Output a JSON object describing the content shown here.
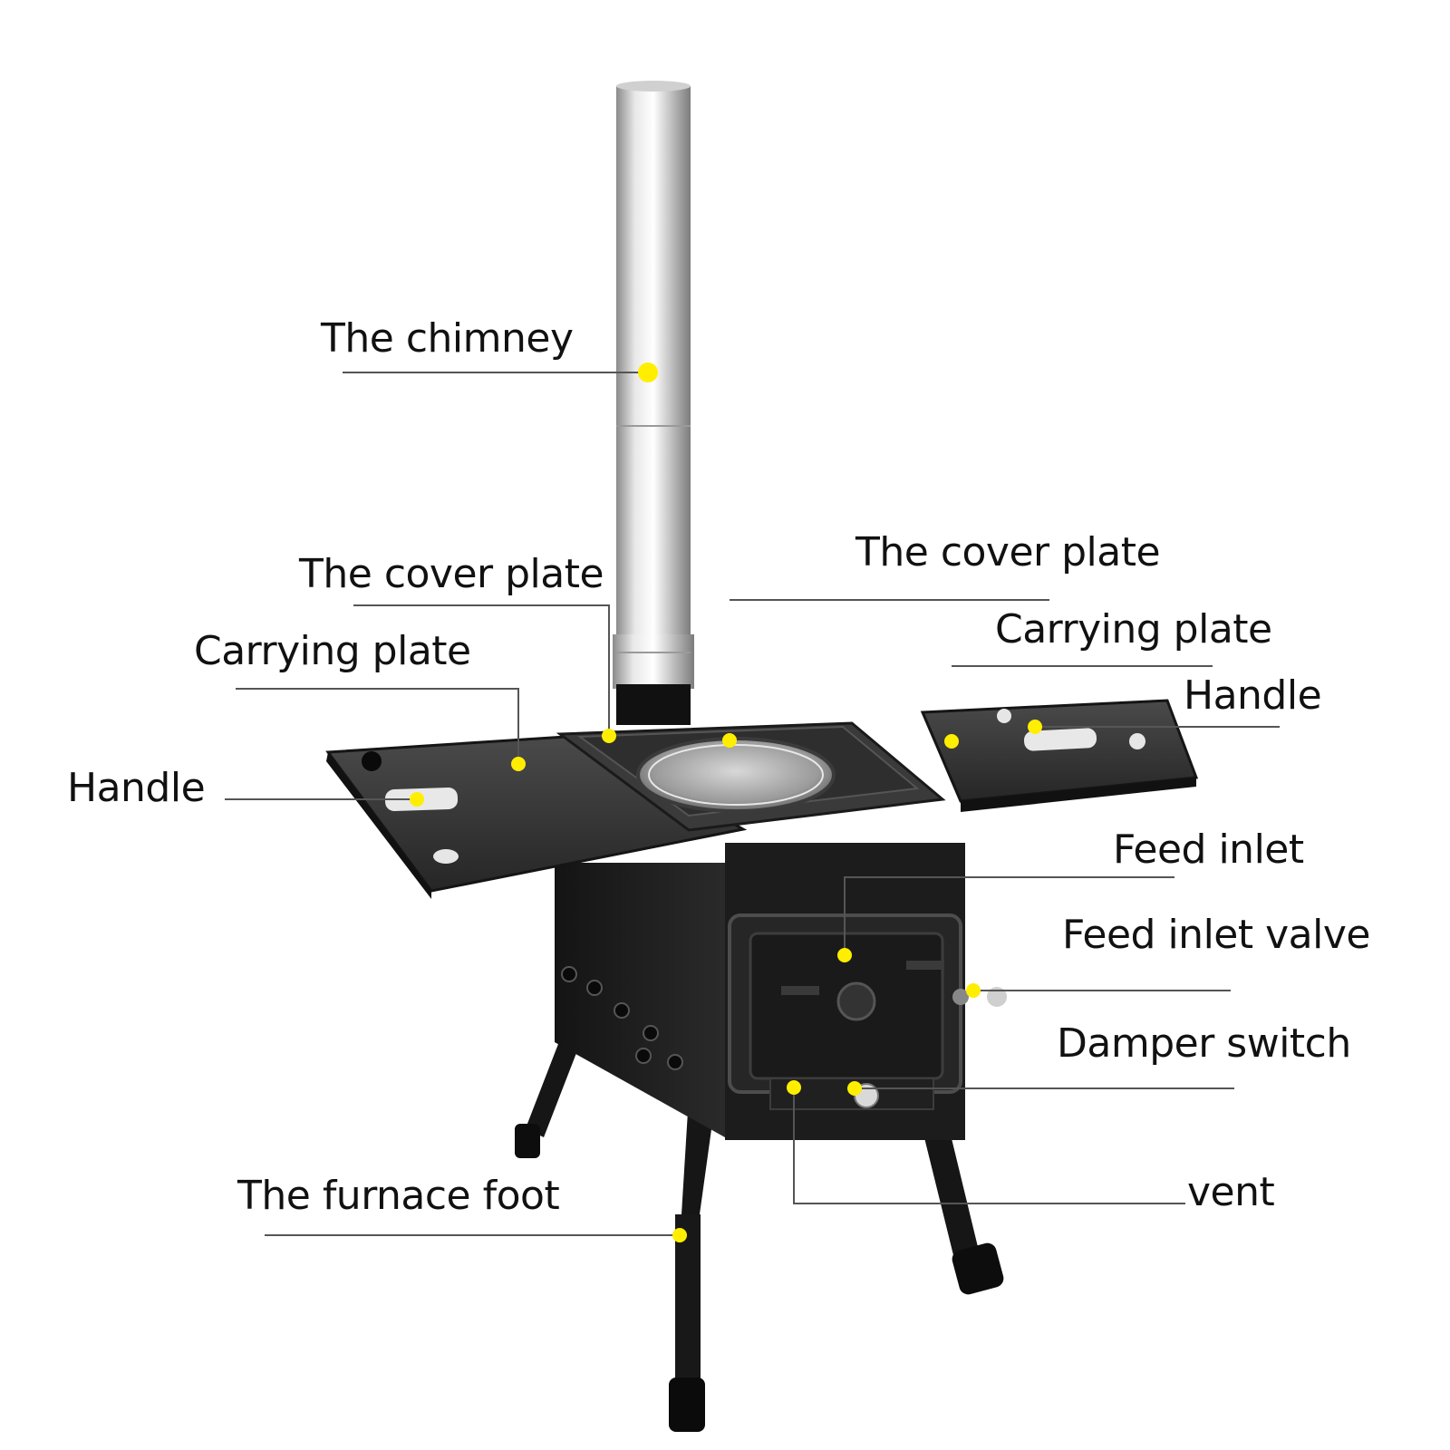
{
  "labels": {
    "chimney": "The chimney",
    "cover_plate_left": "The cover plate",
    "cover_plate_right": "The cover plate",
    "carrying_plate_left": "Carrying plate",
    "carrying_plate_right": "Carrying plate",
    "handle_left": "Handle",
    "handle_right": "Handle",
    "feed_inlet": "Feed inlet",
    "feed_inlet_valve": "Feed inlet valve",
    "damper_switch": "Damper switch",
    "vent": "vent",
    "furnace_foot": "The furnace foot"
  },
  "colors": {
    "marker": "#ffee00",
    "leader_line": "#555555",
    "stove_body": "#1c1c1c",
    "shelf": "#2b2b2b",
    "chimney_steel": "#bfbfbf"
  }
}
